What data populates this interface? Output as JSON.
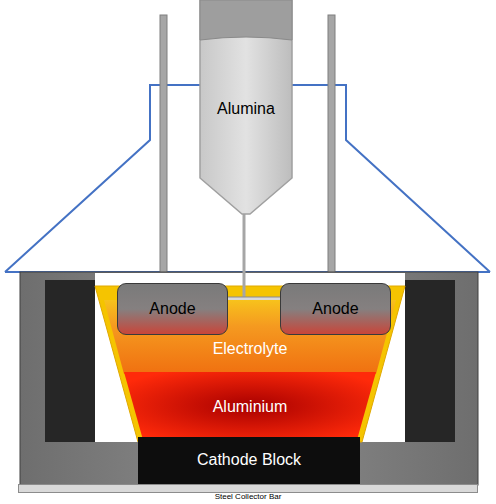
{
  "diagram": {
    "nodes": [
      {
        "text": [
          "Alumina"
        ]
      },
      {
        "text": [
          "Anode"
        ]
      },
      {
        "text": [
          "Anode"
        ]
      },
      {
        "text": [
          "Electrolyte"
        ]
      },
      {
        "text": [
          "Aluminium"
        ]
      },
      {
        "text": [
          "Cathode Block"
        ]
      },
      {
        "text": [
          "Steel Collector Bar"
        ]
      }
    ]
  }
}
